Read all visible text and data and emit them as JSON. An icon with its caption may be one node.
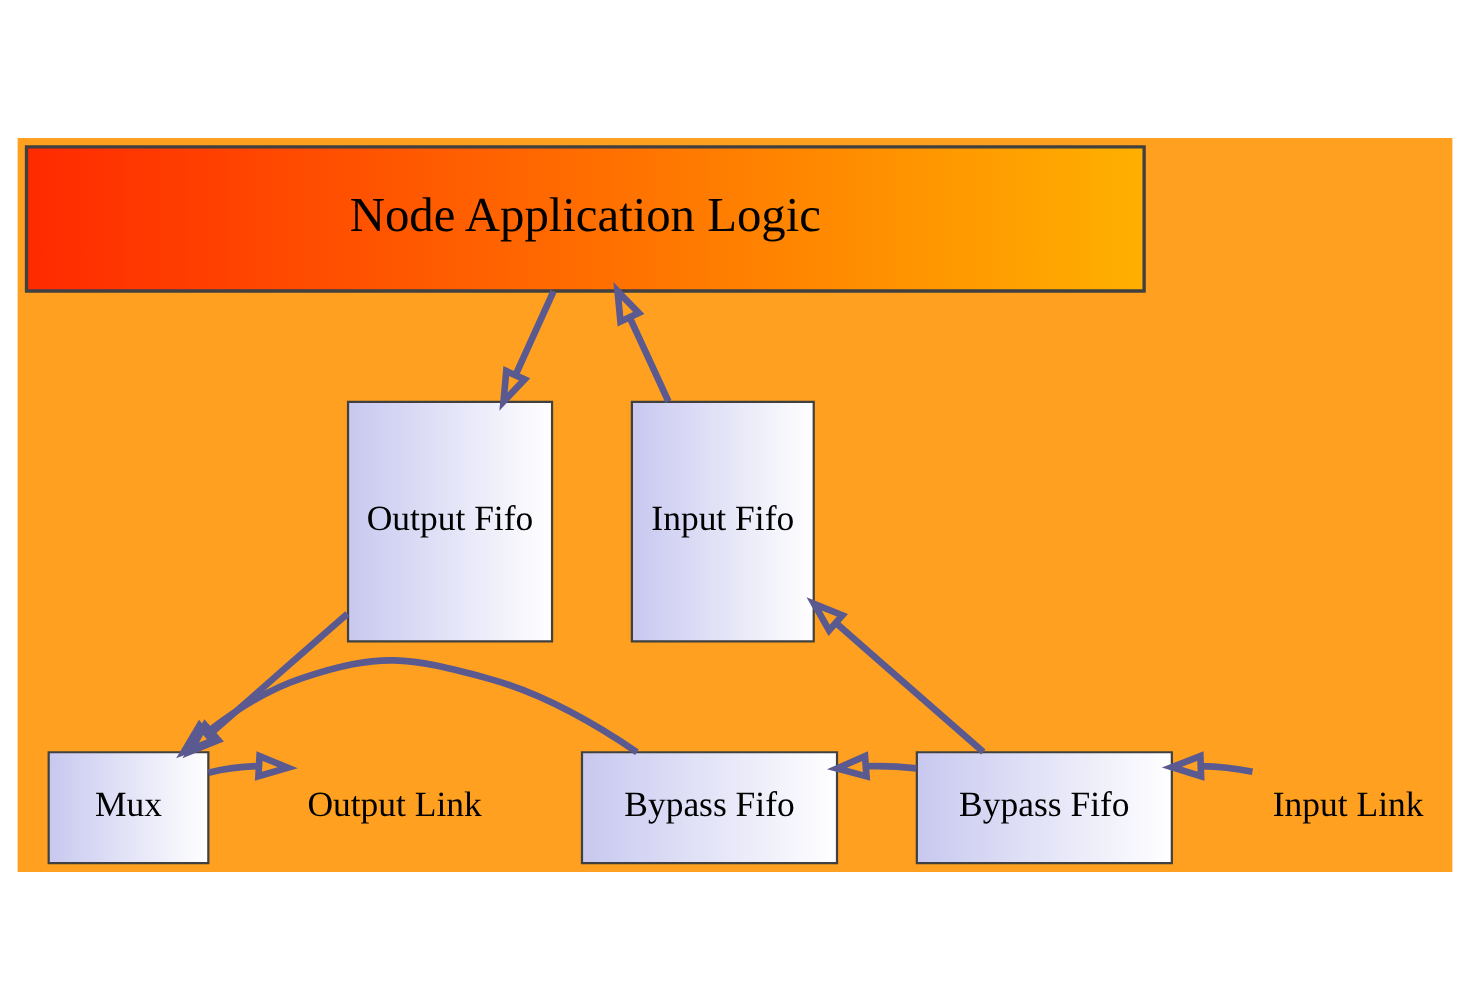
{
  "diagram": {
    "nodes": [
      {
        "text": [
          "Node Application Logic"
        ]
      },
      {
        "text": [
          "Output Fifo"
        ]
      },
      {
        "text": [
          "Input Fifo"
        ]
      },
      {
        "text": [
          "Mux"
        ]
      },
      {
        "text": [
          "Bypass Fifo"
        ]
      },
      {
        "text": [
          "Bypass Fifo"
        ]
      },
      {
        "text": [
          "Output Link"
        ]
      },
      {
        "text": [
          "Input Link"
        ]
      }
    ],
    "edges": [
      {
        "from": 0,
        "to": 1,
        "arrow": "to"
      },
      {
        "from": 2,
        "to": 0,
        "arrow": "to"
      },
      {
        "from": 1,
        "to": 3,
        "arrow": "to"
      },
      {
        "from": 4,
        "to": 3,
        "arrow": "to"
      },
      {
        "from": 5,
        "to": 4,
        "arrow": "to"
      },
      {
        "from": 5,
        "to": 2,
        "arrow": "to"
      },
      {
        "from": 3,
        "to": 6,
        "arrow": "to"
      },
      {
        "from": 7,
        "to": 5,
        "arrow": "to"
      }
    ]
  }
}
